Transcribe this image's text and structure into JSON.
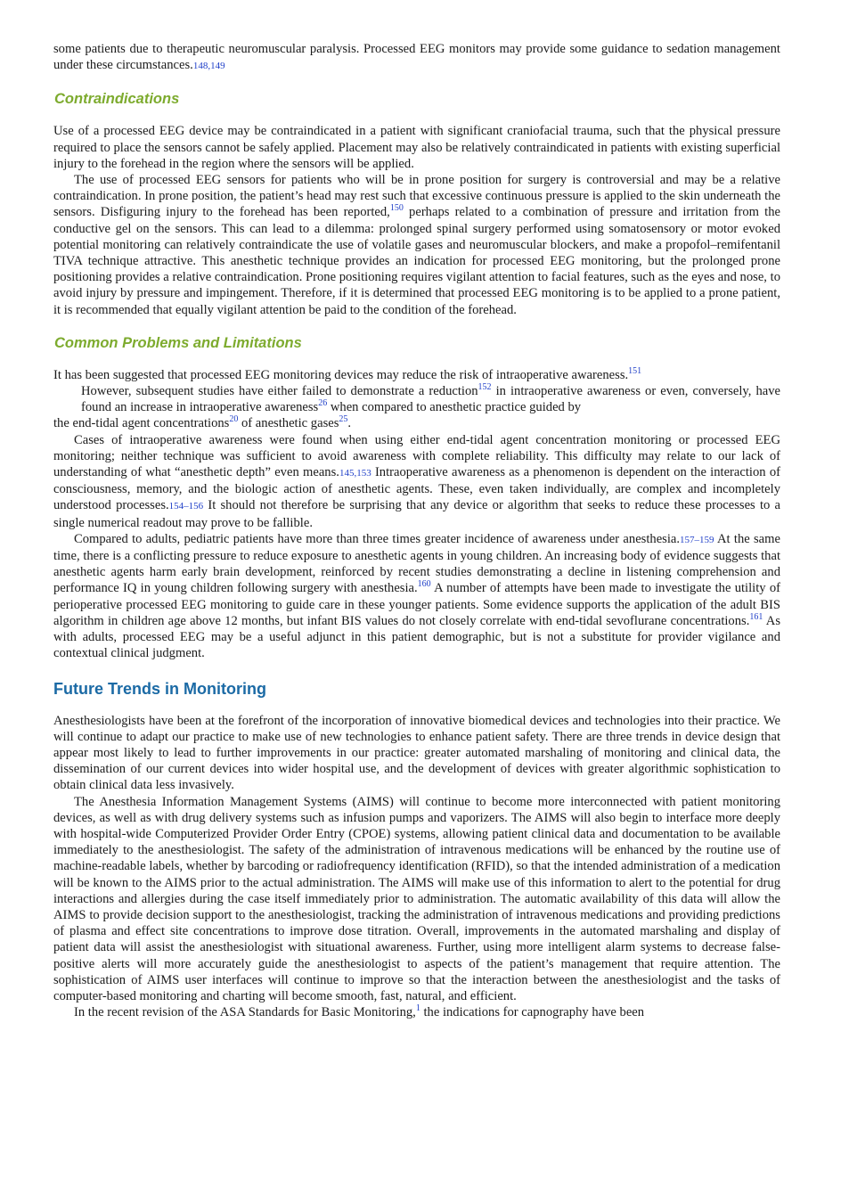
{
  "intro": {
    "text": "some patients due to therapeutic neuromuscular paralysis. Processed EEG monitors may provide some guidance to sedation management under these circumstances.",
    "ref": "148,149"
  },
  "contraindications": {
    "heading": "Contraindications",
    "p1": "Use of a processed EEG device may be contraindicated in a patient with significant craniofacial trauma, such that the physical pressure required to place the sensors cannot be safely applied. Placement may also be relatively contraindicated in patients with existing superficial injury to the forehead in the region where the sensors will be applied.",
    "p2a": "The use of processed EEG sensors for patients who will be in prone position for surgery is controversial and may be a relative contraindication. In prone position, the patient’s head may rest such that excessive continuous pressure is applied to the skin underneath the sensors. Disfiguring injury to the forehead has been reported,",
    "p2_ref": "150",
    "p2b": " perhaps related to a combination of pressure and irritation from the conductive gel on the sensors. This can lead to a dilemma: prolonged spinal surgery performed using somatosensory or motor evoked potential monitoring can relatively contraindicate the use of volatile gases and neuromuscular blockers, and make a propofol–remifentanil TIVA technique attractive. This anesthetic technique provides an indication for processed EEG monitoring, but the prolonged prone positioning provides a relative contraindication. Prone positioning requires vigilant attention to facial features, such as the eyes and nose, to avoid injury by pressure and impingement. Therefore, if it is determined that processed EEG monitoring is to be applied to a prone patient, it is recommended that equally vigilant attention be paid to the condition of the forehead."
  },
  "problems": {
    "heading": "Common Problems and Limitations",
    "p1a": "It has been suggested that processed EEG monitoring devices may reduce the risk of intraoperative awareness.",
    "p1_ref": "151",
    "p2a": "However, subsequent studies have either failed to demonstrate a reduction",
    "p2_ref1": "152",
    "p2b": " in intraoperative awareness or even, conversely, have found an increase in intraoperative awareness",
    "p2_ref2": "26",
    "p2c": " when compared to anesthetic practice guided by",
    "p3a": "the end-tidal agent concentrations",
    "p3_ref1": "20",
    "p3b": " of anesthetic gases",
    "p3_ref2": "25",
    "p3c": ".",
    "p4a": "Cases of intraoperative awareness were found when using either end-tidal agent concentration monitoring or processed EEG monitoring; neither technique was sufficient to avoid awareness with complete reliability. This difficulty may relate to our lack of understanding of what “anesthetic depth” even means.",
    "p4_ref1": "145,153",
    "p4b": " Intraoperative awareness as a phenomenon is dependent on the interaction of consciousness, memory, and the biologic action of anesthetic agents. These, even taken individually, are complex and incompletely understood processes.",
    "p4_ref2": "154–156",
    "p4c": " It should not therefore be surprising that any device or algorithm that seeks to reduce these processes to a single numerical readout may prove to be fallible.",
    "p5a": "Compared to adults, pediatric patients have more than three times greater incidence of awareness under anesthesia.",
    "p5_ref1": "157–159",
    "p5b": " At the same time, there is a conflicting pressure to reduce exposure to anesthetic agents in young children. An increasing body of evidence suggests that anesthetic agents harm early brain development, reinforced by recent studies demonstrating a decline in listening comprehension and performance IQ in young children following surgery with anesthesia.",
    "p5_ref2": "160",
    "p5c": " A number of attempts have been made to investigate the utility of perioperative processed EEG monitoring to guide care in these younger patients. Some evidence supports the application of the adult BIS algorithm in children age above 12 months, but infant BIS values do not closely correlate with end-tidal sevoflurane concentrations.",
    "p5_ref3": "161",
    "p5d": " As with adults, processed EEG may be a useful adjunct in this patient demographic, but is not a substitute for provider vigilance and contextual clinical judgment."
  },
  "future": {
    "heading": "Future Trends in Monitoring",
    "p1": "Anesthesiologists have been at the forefront of the incorporation of innovative biomedical devices and technologies into their practice. We will continue to adapt our practice to make use of new technologies to enhance patient safety. There are three trends in device design that appear most likely to lead to further improvements in our practice: greater automated marshaling of monitoring and clinical data, the dissemination of our current devices into wider hospital use, and the development of devices with greater algorithmic sophistication to obtain clinical data less invasively.",
    "p2": "The Anesthesia Information Management Systems (AIMS) will continue to become more interconnected with patient monitoring devices, as well as with drug delivery systems such as infusion pumps and vaporizers. The AIMS will also begin to interface more deeply with hospital-wide Computerized Provider Order Entry (CPOE) systems, allowing patient clinical data and documentation to be available immediately to the anesthesiologist. The safety of the administration of intravenous medications will be enhanced by the routine use of machine-readable labels, whether by barcoding or radiofrequency identification (RFID), so that the intended administration of a medication will be known to the AIMS prior to the actual administration. The AIMS will make use of this information to alert to the potential for drug interactions and allergies during the case itself immediately prior to administration. The automatic availability of this data will allow the AIMS to provide decision support to the anesthesiologist, tracking the administration of intravenous medications and providing predictions of plasma and effect site concentrations to improve dose titration. Overall, improvements in the automated marshaling and display of patient data will assist the anesthesiologist with situational awareness. Further, using more intelligent alarm systems to decrease false-positive alerts will more accurately guide the anesthesiologist to aspects of the patient’s management that require attention. The sophistication of AIMS user interfaces will continue to improve so that the interaction between the anesthesiologist and the tasks of computer-based monitoring and charting will become smooth, fast, natural, and efficient.",
    "p3a": "In the recent revision of the ASA Standards for Basic Monitoring,",
    "p3_ref": "1",
    "p3b": " the indications for capnography have been"
  }
}
